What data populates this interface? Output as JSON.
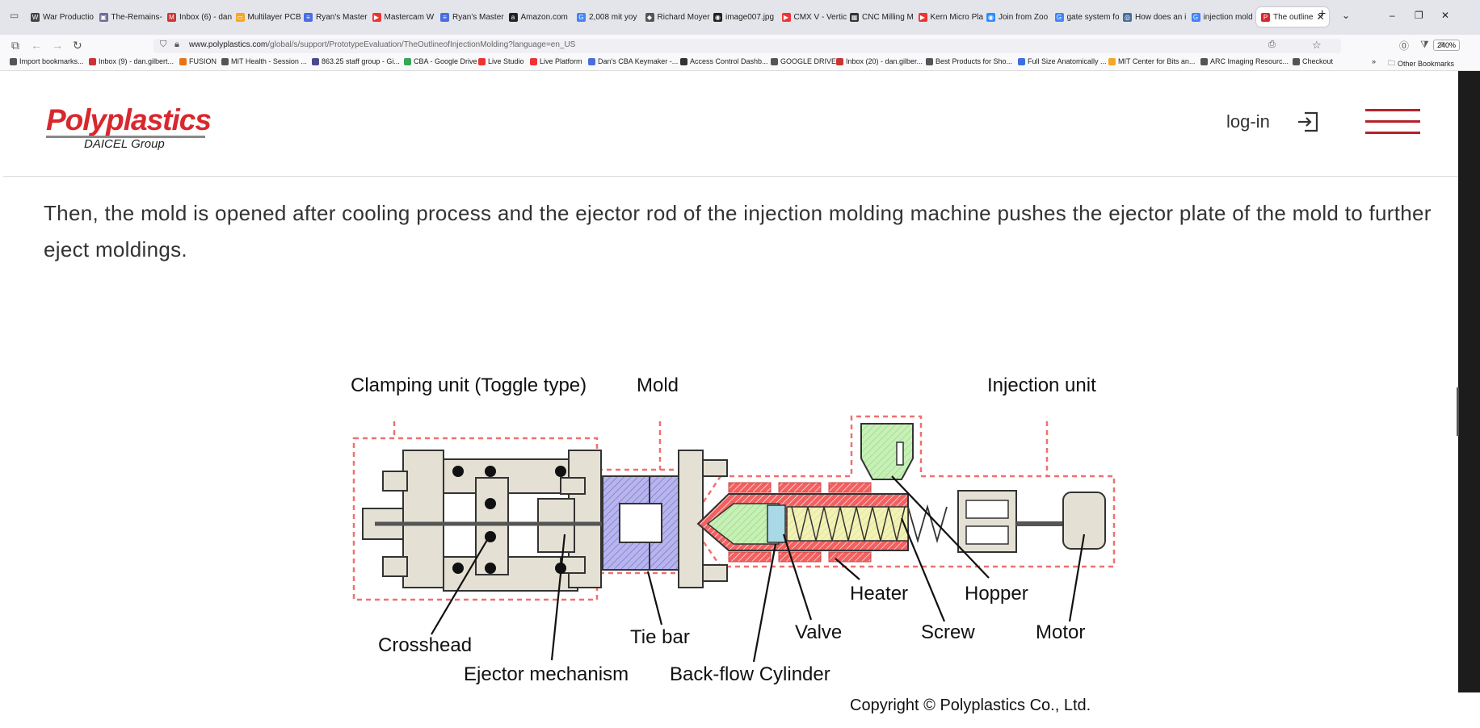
{
  "browser": {
    "tabs": [
      {
        "label": "War Productio",
        "icon": "wikipedia-icon"
      },
      {
        "label": "The-Remains-",
        "icon": "doc-icon"
      },
      {
        "label": "Inbox (6) - dan",
        "icon": "gmail-icon"
      },
      {
        "label": "Multilayer PCB",
        "icon": "slides-icon"
      },
      {
        "label": "Ryan's Master",
        "icon": "docs-icon"
      },
      {
        "label": "Mastercam W",
        "icon": "youtube-icon"
      },
      {
        "label": "Ryan's Master",
        "icon": "docs-icon"
      },
      {
        "label": "Amazon.com",
        "icon": "amazon-icon"
      },
      {
        "label": "2,008 mit yoy",
        "icon": "google-icon"
      },
      {
        "label": "Richard Moyer",
        "icon": "profile-icon"
      },
      {
        "label": "image007.jpg",
        "icon": "image-icon"
      },
      {
        "label": "CMX V - Vertic",
        "icon": "youtube-icon"
      },
      {
        "label": "CNC Milling M",
        "icon": "site-icon"
      },
      {
        "label": "Kern Micro Pla",
        "icon": "youtube-icon"
      },
      {
        "label": "Join from Zoo",
        "icon": "zoom-icon"
      },
      {
        "label": "gate system fo",
        "icon": "google-icon"
      },
      {
        "label": "How does an i",
        "icon": "globe-icon"
      },
      {
        "label": "injection mold",
        "icon": "google-icon"
      },
      {
        "label": "The outline",
        "icon": "polyplastics-icon"
      }
    ],
    "new_tab_symbol": "+",
    "url": {
      "domain": "www.polyplastics.com",
      "path": "/global/s/support/PrototypeEvaluation/TheOutlineofInjectionMolding?language=en_US"
    },
    "zoom": "240%",
    "bookmarks": [
      "Import bookmarks...",
      "Inbox (9) - dan.gilbert...",
      "FUSION",
      "MIT Health - Session ...",
      "863.25 staff group - Gi...",
      "CBA - Google Drive",
      "Live Studio",
      "Live Platform",
      "Dan's CBA Keymaker -...",
      "Access Control Dashb...",
      "GOOGLE DRIVE",
      "Inbox (20) - dan.gilber...",
      "Best Products for Sho...",
      "Full Size Anatomically ...",
      "MIT Center for Bits an...",
      "ARC Imaging Resourc...",
      "Checkout"
    ],
    "other_bookmarks": "Other Bookmarks"
  },
  "site": {
    "logo": "Polyplastics",
    "logo_sub": "DAICEL Group",
    "login": "log-in",
    "colors": {
      "brand_red": "#d9272e",
      "menu_red": "#b3232a"
    }
  },
  "article": {
    "paragraph": "Then, the mold is opened after cooling process and the ejector rod of the injection molding machine pushes the ejector plate of the mold to further eject moldings."
  },
  "diagram": {
    "labels": {
      "clamping_unit": "Clamping unit (Toggle type)",
      "mold": "Mold",
      "injection_unit": "Injection unit",
      "crosshead": "Crosshead",
      "ejector_mechanism": "Ejector mechanism",
      "tie_bar": "Tie bar",
      "back_flow_cylinder": "Back-flow Cylinder",
      "heater": "Heater",
      "valve": "Valve",
      "screw": "Screw",
      "hopper": "Hopper",
      "motor": "Motor"
    },
    "copyright": "Copyright © Polyplastics Co., Ltd."
  }
}
